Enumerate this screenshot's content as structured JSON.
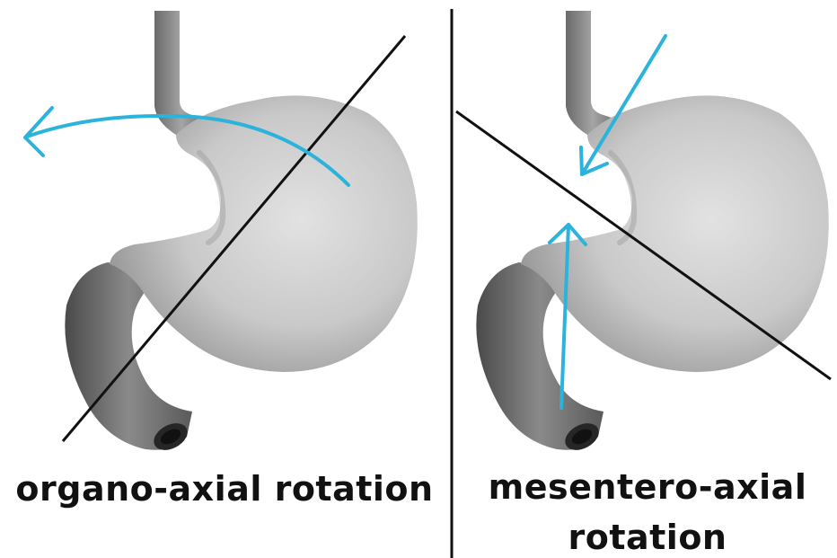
{
  "colors": {
    "background": "#ffffff",
    "axis_line": "#111111",
    "rotation_arrow": "#2bb3dc",
    "stomach_light": "#d8d8d8",
    "stomach_dark": "#6a6a6a",
    "caption_text": "#111111"
  },
  "panels": [
    {
      "caption_line1": "organo-axial rotation",
      "caption_line2": ""
    },
    {
      "caption_line1": "mesentero-axial",
      "caption_line2": "rotation"
    }
  ],
  "icons": {
    "left_illustration": "stomach-illustration",
    "right_illustration": "stomach-illustration"
  }
}
